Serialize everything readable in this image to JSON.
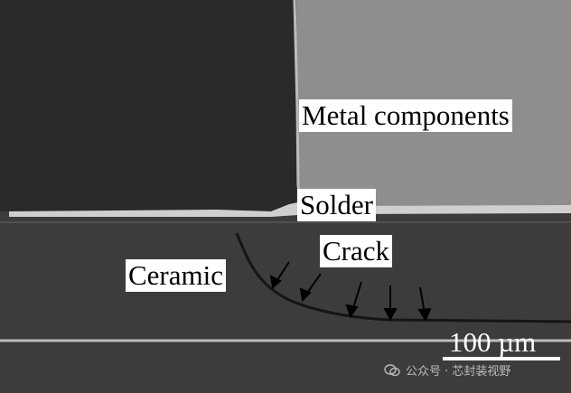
{
  "labels": {
    "metal": "Metal components",
    "solder": "Solder",
    "crack": "Crack",
    "ceramic": "Ceramic"
  },
  "scale": {
    "text": "100 µm"
  },
  "watermark": {
    "text": "公众号 · 芯封装视野"
  },
  "colors": {
    "dark_metal": "#2b2b2b",
    "light_metal": "#8f8f8f",
    "ceramic": "#3d3d3d",
    "solder": "#cfcfcf",
    "crack": "#161616",
    "label_bg": "#ffffff"
  }
}
